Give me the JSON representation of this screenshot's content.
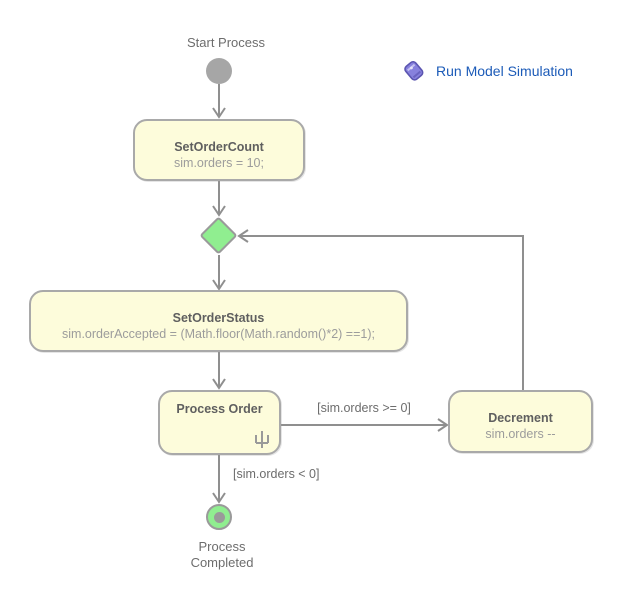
{
  "diagram": {
    "run_simulation": {
      "label": "Run Model Simulation"
    },
    "nodes": {
      "start": {
        "type": "initial",
        "label": "Start Process"
      },
      "set_order_count": {
        "type": "action",
        "title": "SetOrderCount",
        "code": "sim.orders = 10;"
      },
      "decision": {
        "type": "decision"
      },
      "set_order_status": {
        "type": "action",
        "title": "SetOrderStatus",
        "code": "sim.orderAccepted = (Math.floor(Math.random()*2) ==1);"
      },
      "process_order": {
        "type": "action",
        "title": "Process Order",
        "composite_icon": "rake-icon"
      },
      "decrement": {
        "type": "action",
        "title": "Decrement",
        "code": "sim.orders --"
      },
      "final": {
        "type": "activity-final",
        "label": "Process Completed"
      }
    },
    "edges": {
      "process_order_to_decrement_guard": "[sim.orders >= 0]",
      "process_order_to_final_guard": "[sim.orders < 0]"
    },
    "colors": {
      "action_fill": "#fdfcdb",
      "action_border": "#a9a9a9",
      "decision_fill": "#90ee90",
      "initial_fill": "#a6a6a6",
      "edge_gray": "#8f8f8f",
      "link_blue": "#1c5bb8"
    }
  }
}
